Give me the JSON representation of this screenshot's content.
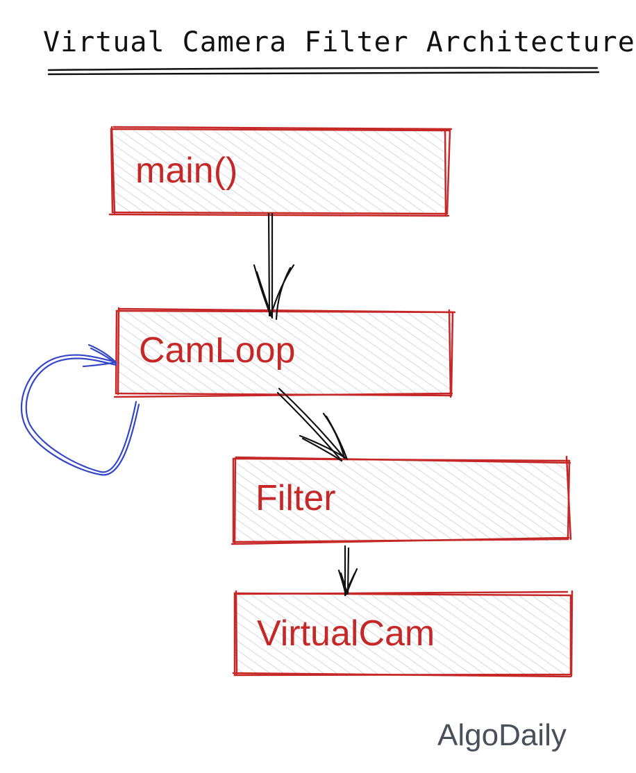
{
  "title": "Virtual Camera Filter Architecture",
  "nodes": [
    {
      "id": "main",
      "label": "main()"
    },
    {
      "id": "camloop",
      "label": "CamLoop"
    },
    {
      "id": "filter",
      "label": "Filter"
    },
    {
      "id": "virtualcam",
      "label": "VirtualCam"
    }
  ],
  "edges": [
    {
      "from": "main",
      "to": "camloop"
    },
    {
      "from": "camloop",
      "to": "filter"
    },
    {
      "from": "filter",
      "to": "virtualcam"
    },
    {
      "from": "camloop",
      "to": "camloop",
      "kind": "self-loop"
    }
  ],
  "watermark": "AlgoDaily",
  "colors": {
    "node_stroke": "#c62828",
    "node_label": "#c62828",
    "hatch": "#c9ccd3",
    "arrow": "#111111",
    "loop_arrow": "#3446c9",
    "watermark": "#4a5059"
  }
}
